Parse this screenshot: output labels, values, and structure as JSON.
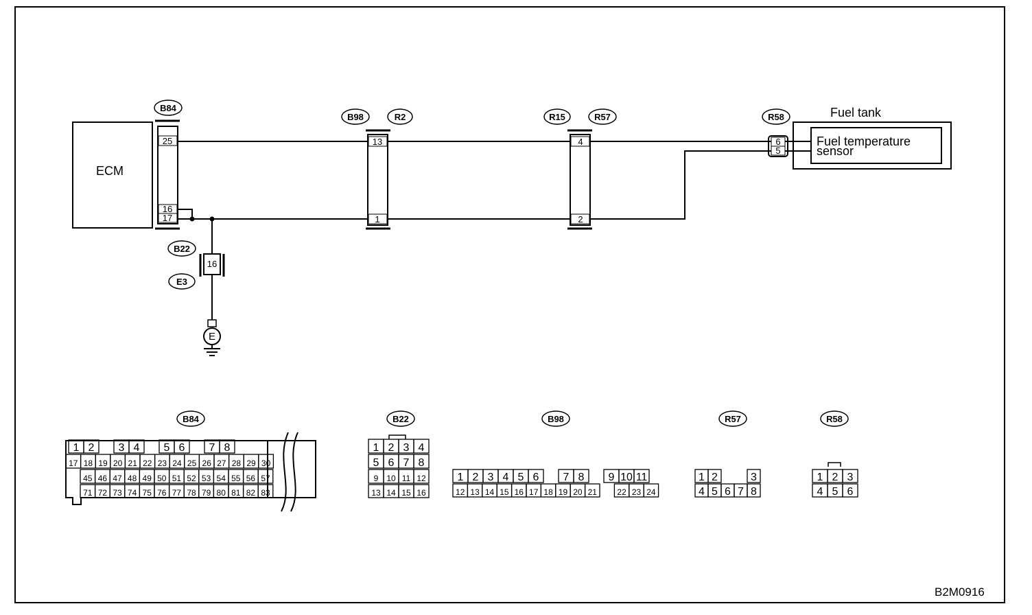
{
  "components": {
    "ecm": "ECM",
    "fuel_tank": "Fuel tank",
    "sensor_line1": "Fuel temperature",
    "sensor_line2": "sensor",
    "ground": "E"
  },
  "connectors": {
    "b84": "B84",
    "b98": "B98",
    "r2": "R2",
    "r15": "R15",
    "r57": "R57",
    "r58": "R58",
    "b22": "B22",
    "e3": "E3"
  },
  "pins": {
    "b84_25": "25",
    "b84_16": "16",
    "b84_17": "17",
    "b98_13": "13",
    "b98_1": "1",
    "r57_4": "4",
    "r57_2": "2",
    "r58_6": "6",
    "r58_5": "5",
    "b22_16": "16"
  },
  "connector_faces": {
    "b84": {
      "row1": [
        "1",
        "2",
        "",
        "3",
        "4",
        "",
        "5",
        "6",
        "",
        "7",
        "8",
        ""
      ],
      "row2": [
        "17",
        "18",
        "19",
        "20",
        "21",
        "22",
        "23",
        "24",
        "25",
        "26",
        "27",
        "28",
        "29",
        "30"
      ],
      "row3": [
        "45",
        "46",
        "47",
        "48",
        "49",
        "50",
        "51",
        "52",
        "53",
        "54",
        "55",
        "56",
        "57"
      ],
      "row4": [
        "71",
        "72",
        "73",
        "74",
        "75",
        "76",
        "77",
        "78",
        "79",
        "80",
        "81",
        "82",
        "83"
      ]
    },
    "b22": {
      "row1": [
        "1",
        "2",
        "3",
        "4"
      ],
      "row2": [
        "5",
        "6",
        "7",
        "8"
      ],
      "row3": [
        "9",
        "10",
        "11",
        "12"
      ],
      "row4": [
        "13",
        "14",
        "15",
        "16"
      ]
    },
    "b98": {
      "row1": [
        "1",
        "2",
        "3",
        "4",
        "5",
        "6",
        "",
        "7",
        "8",
        "",
        "9",
        "10",
        "11"
      ],
      "row2": [
        "12",
        "13",
        "14",
        "15",
        "16",
        "17",
        "18",
        "19",
        "20",
        "21",
        "",
        "22",
        "23",
        "24"
      ]
    },
    "r57": {
      "row1": [
        "1",
        "2",
        "",
        "",
        "3"
      ],
      "row2": [
        "4",
        "5",
        "6",
        "7",
        "8"
      ]
    },
    "r58": {
      "row1": [
        "1",
        "2",
        "3"
      ],
      "row2": [
        "4",
        "5",
        "6"
      ]
    }
  },
  "figure_code": "B2M0916"
}
